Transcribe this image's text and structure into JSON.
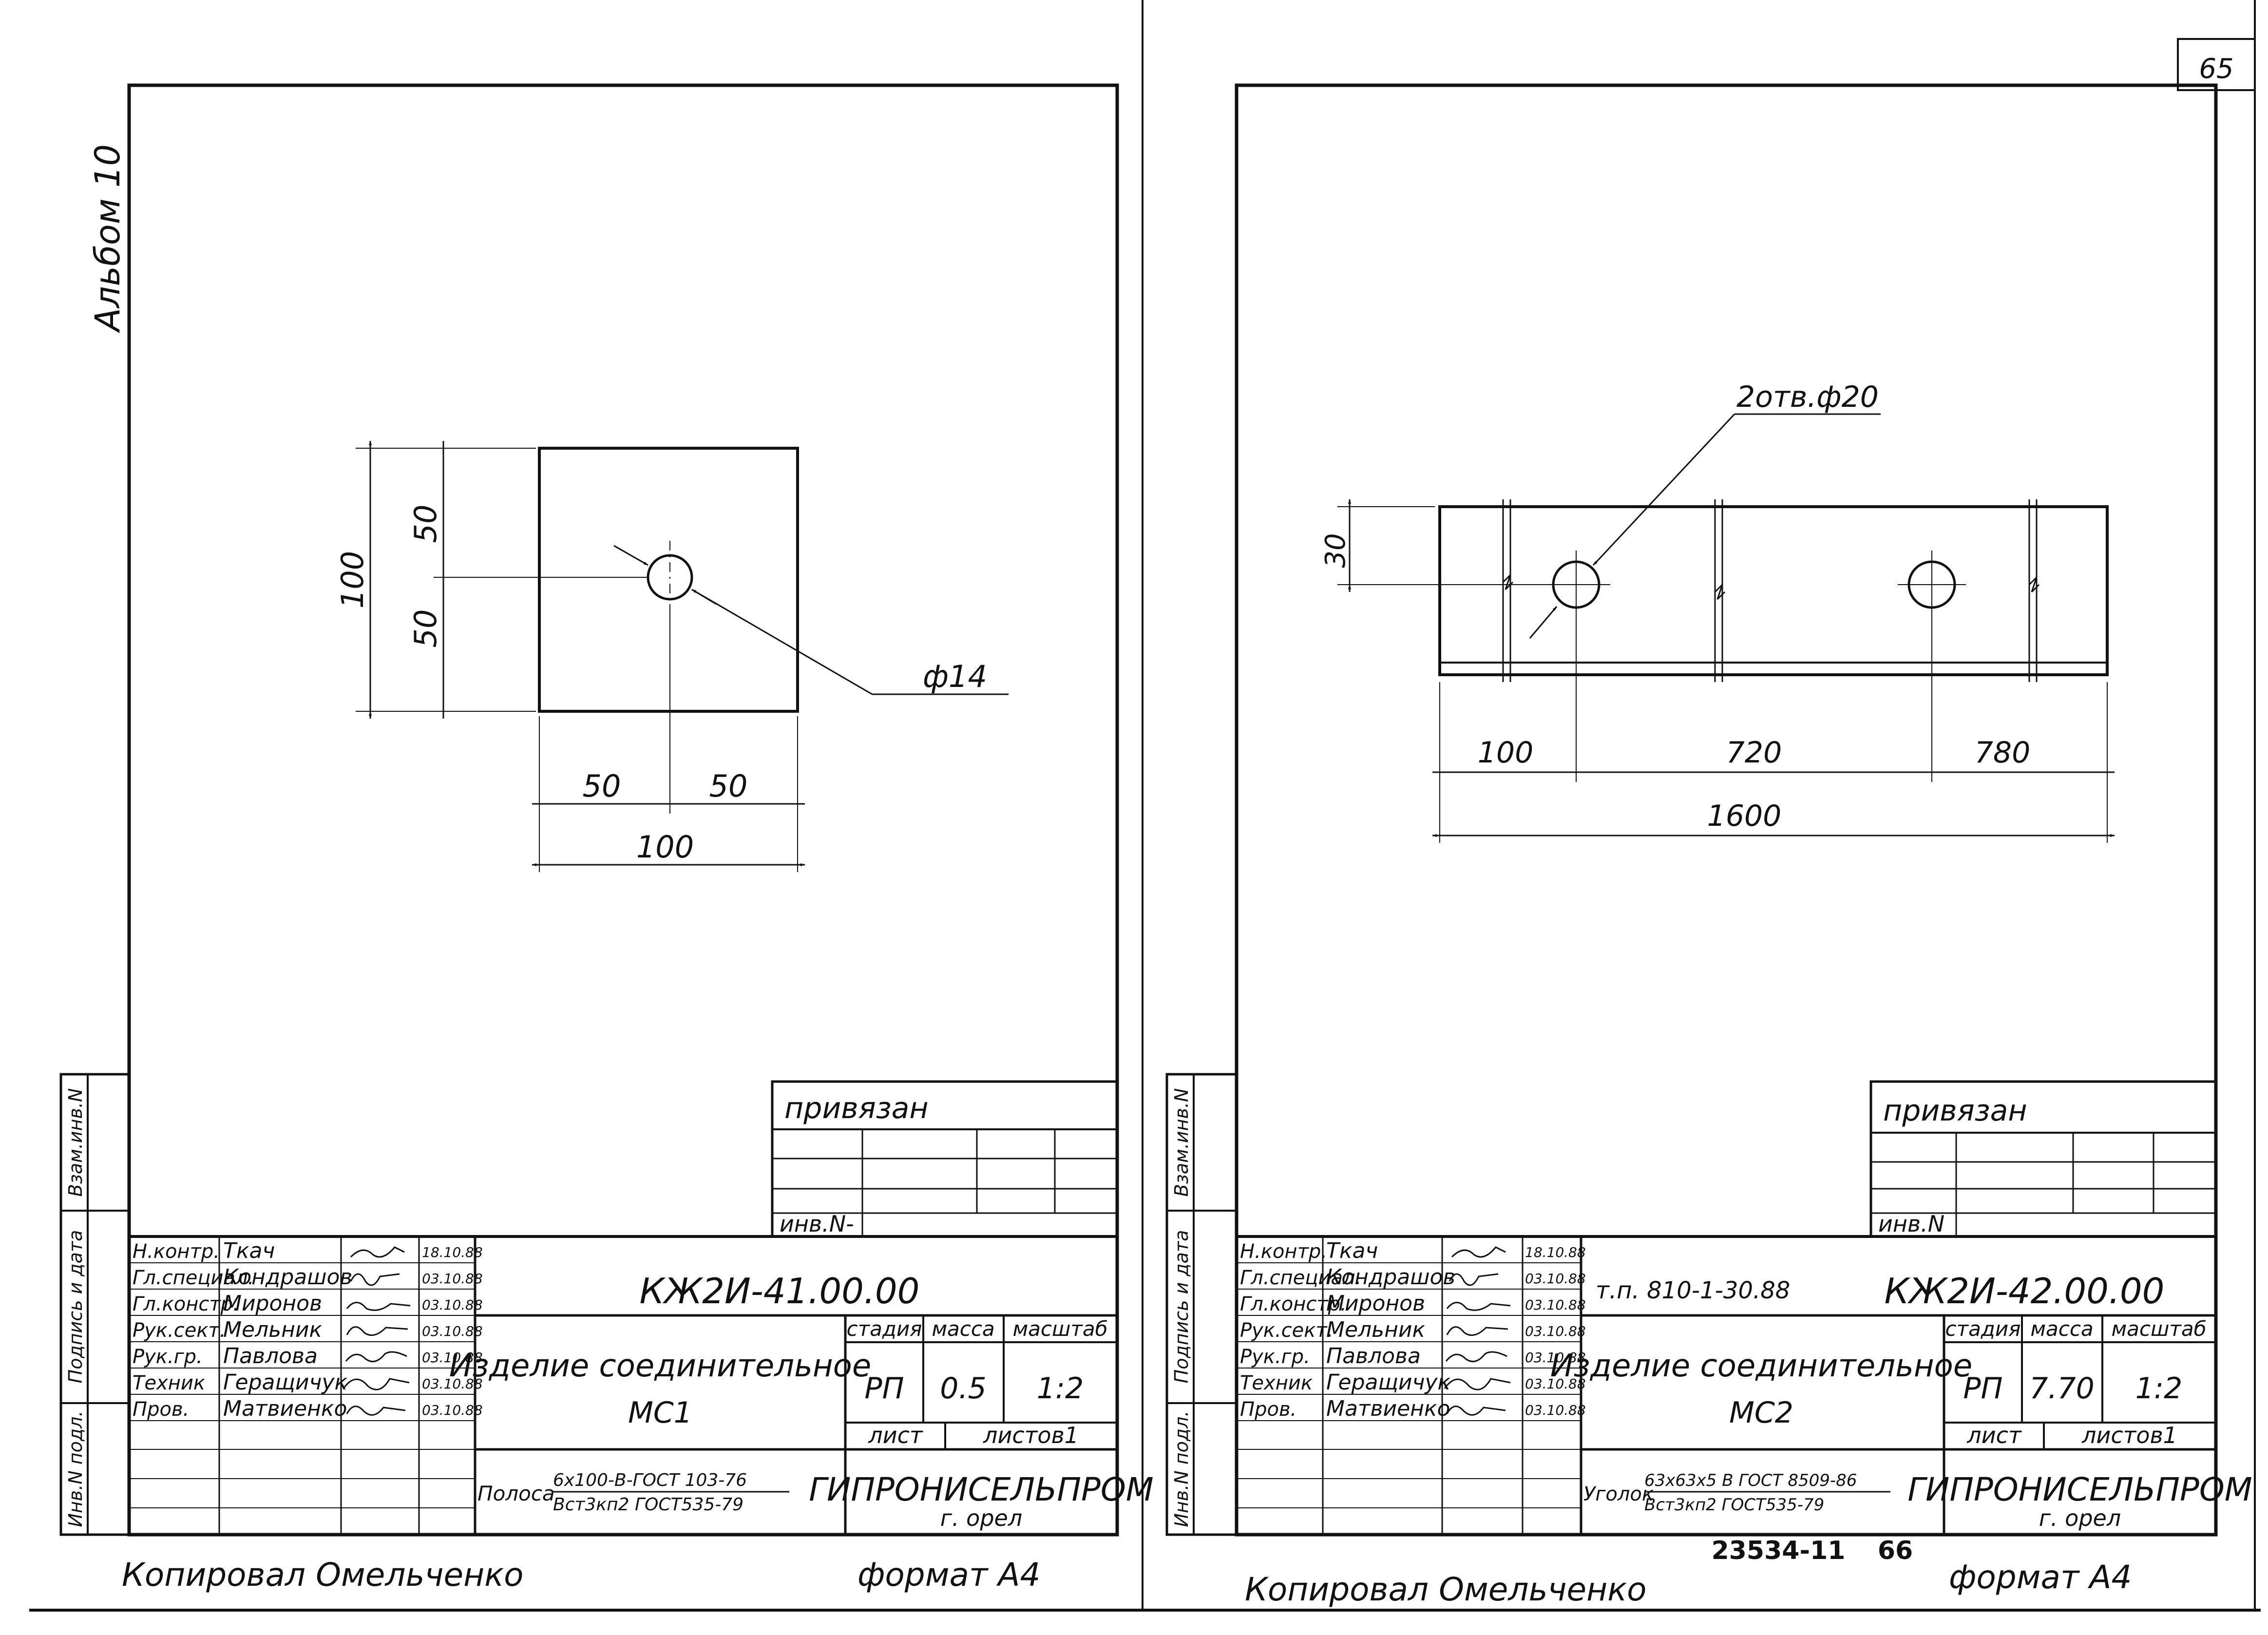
{
  "page_number": "65",
  "left_sheet": {
    "album": "Альбом 10",
    "part": {
      "dim_height_total": "100",
      "dim_height_top": "50",
      "dim_height_bottom": "50",
      "dim_width_left": "50",
      "dim_width_right": "50",
      "dim_width_total": "100",
      "hole_label": "ф14"
    },
    "tie_block": {
      "label": "привязан",
      "inv_label": "инв.N-"
    },
    "side_strip": [
      "Взам.инв.N",
      "Подпись и дата",
      "Инв.N подл."
    ],
    "signatures": [
      {
        "role": "Н.контр.",
        "name": "Ткач",
        "date": "18.10.88"
      },
      {
        "role": "Гл.специал.",
        "name": "Кондрашов",
        "date": "03.10.88"
      },
      {
        "role": "Гл.констр.",
        "name": "Миронов",
        "date": "03.10.88"
      },
      {
        "role": "Рук.сект.",
        "name": "Мельник",
        "date": "03.10.88"
      },
      {
        "role": "Рук.гр.",
        "name": "Павлова",
        "date": "03.10.88"
      },
      {
        "role": "Техник",
        "name": "Геращичук",
        "date": "03.10.88"
      },
      {
        "role": "Пров.",
        "name": "Матвиенко",
        "date": "03.10.88"
      }
    ],
    "doc_code": "КЖ2И-41.00.00",
    "title_line1": "Изделие соединительное",
    "title_line2": "МС1",
    "col_stage": "стадия",
    "col_mass": "масса",
    "col_scale": "масштаб",
    "stage": "РП",
    "mass": "0.5",
    "scale": "1:2",
    "sheet_label": "лист",
    "sheets_label": "листов1",
    "material_prefix": "Полоса",
    "material_top": "6х100-В-ГОСТ 103-76",
    "material_bottom": "Вст3кп2 ГОСТ535-79",
    "org": "ГИПРОНИСЕЛЬПРОМ",
    "city": "г. орел",
    "copied": "Копировал Омельченко",
    "format": "формат А4"
  },
  "right_sheet": {
    "part": {
      "holes_label": "2отв.ф20",
      "dim_edge": "30",
      "dim_seg1": "100",
      "dim_seg2": "720",
      "dim_seg3": "780",
      "dim_total": "1600"
    },
    "tie_block": {
      "label": "привязан",
      "inv_label": "инв.N"
    },
    "side_strip": [
      "Взам.инв.N",
      "Подпись и дата",
      "Инв.N подл."
    ],
    "signatures": [
      {
        "role": "Н.контр.",
        "name": "Ткач",
        "date": "18.10.88"
      },
      {
        "role": "Гл.специал.",
        "name": "Кондрашов",
        "date": "03.10.88"
      },
      {
        "role": "Гл.констр.",
        "name": "Миронов",
        "date": "03.10.88"
      },
      {
        "role": "Рук.сект.",
        "name": "Мельник",
        "date": "03.10.88"
      },
      {
        "role": "Рук.гр.",
        "name": "Павлова",
        "date": "03.10.88"
      },
      {
        "role": "Техник",
        "name": "Геращичук",
        "date": "03.10.88"
      },
      {
        "role": "Пров.",
        "name": "Матвиенко",
        "date": "03.10.88"
      }
    ],
    "project_code": "т.п. 810-1-30.88",
    "doc_code": "КЖ2И-42.00.00",
    "title_line1": "Изделие соединительное",
    "title_line2": "МС2",
    "col_stage": "стадия",
    "col_mass": "масса",
    "col_scale": "масштаб",
    "stage": "РП",
    "mass": "7.70",
    "scale": "1:2",
    "sheet_label": "лист",
    "sheets_label": "листов1",
    "material_prefix": "Уголок",
    "material_top": "63х63х5 В ГОСТ 8509-86",
    "material_bottom": "Вст3кп2 ГОСТ535-79",
    "org": "ГИПРОНИСЕЛЬПРОМ",
    "city": "г. орел",
    "archive_no": "23534-11",
    "archive_page": "66",
    "copied": "Копировал Омельченко",
    "format": "формат А4"
  }
}
